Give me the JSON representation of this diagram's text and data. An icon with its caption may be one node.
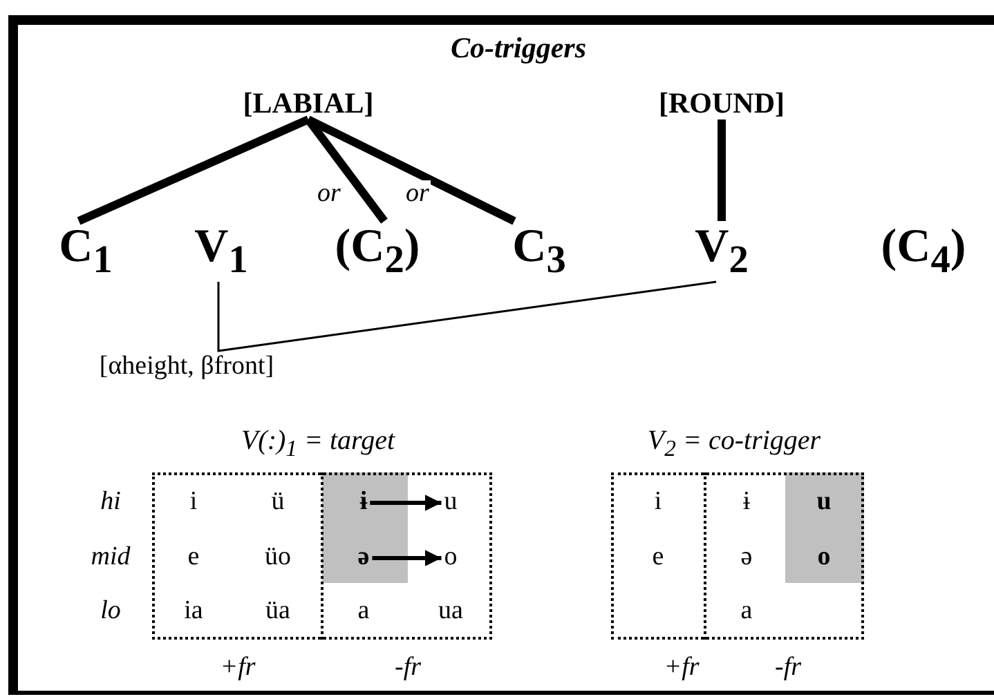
{
  "diagram": {
    "title": "Co-triggers",
    "nodes": [
      {
        "text": [
          "[LABIAL]"
        ]
      },
      {
        "text": [
          "[ROUND]"
        ]
      },
      {
        "text": [
          "C$_{1}$"
        ]
      },
      {
        "text": [
          "V$_{1}$"
        ]
      },
      {
        "text": [
          "(C$_{2}$)"
        ]
      },
      {
        "text": [
          "C$_{3}$"
        ]
      },
      {
        "text": [
          "V$_{2}$"
        ]
      },
      {
        "text": [
          "(C$_{4}$)"
        ]
      },
      {
        "text": [
          "ɨ"
        ]
      },
      {
        "text": [
          "u"
        ]
      },
      {
        "text": [
          "ə"
        ]
      },
      {
        "text": [
          "o"
        ]
      }
    ],
    "edges": [
      {
        "from": 0,
        "to": 2,
        "arrow": "none"
      },
      {
        "from": 0,
        "to": 4,
        "arrow": "none",
        "label": "or"
      },
      {
        "from": 0,
        "to": 5,
        "arrow": "none",
        "label": "or"
      },
      {
        "from": 1,
        "to": 6,
        "arrow": "none"
      },
      {
        "from": 3,
        "to": 6,
        "arrow": "none"
      },
      {
        "from": 8,
        "to": 9,
        "arrow": "to"
      },
      {
        "from": 10,
        "to": 11,
        "arrow": "to"
      }
    ],
    "labels": [
      "[αheight, βfront]",
      "V(:)$_{1}$ = target",
      "V$_{2}$ = co-trigger",
      "hi",
      "i",
      "ü",
      "mid",
      "e",
      "üo",
      "lo",
      "ia",
      "üa",
      "a",
      "ua",
      "+fr",
      "-fr",
      "i",
      "ɨ",
      "u",
      "e",
      "ə",
      "o",
      "a",
      "+fr",
      "-fr"
    ]
  }
}
